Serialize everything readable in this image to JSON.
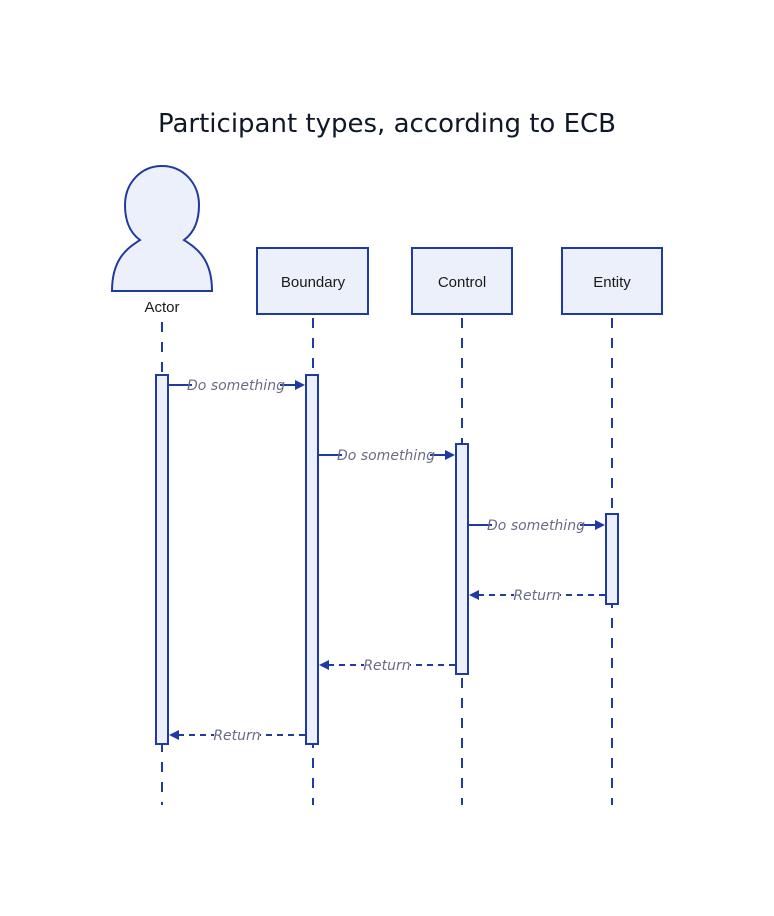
{
  "title": "Participant types, according to ECB",
  "participants": [
    {
      "id": "actor",
      "type": "actor",
      "label": "Actor"
    },
    {
      "id": "boundary",
      "type": "box",
      "label": "Boundary"
    },
    {
      "id": "control",
      "type": "box",
      "label": "Control"
    },
    {
      "id": "entity",
      "type": "box",
      "label": "Entity"
    }
  ],
  "messages": [
    {
      "from": "actor",
      "to": "boundary",
      "label": "Do something",
      "kind": "call"
    },
    {
      "from": "boundary",
      "to": "control",
      "label": "Do something",
      "kind": "call"
    },
    {
      "from": "control",
      "to": "entity",
      "label": "Do something",
      "kind": "call"
    },
    {
      "from": "entity",
      "to": "control",
      "label": "Return",
      "kind": "return"
    },
    {
      "from": "control",
      "to": "boundary",
      "label": "Return",
      "kind": "return"
    },
    {
      "from": "boundary",
      "to": "actor",
      "label": "Return",
      "kind": "return"
    }
  ],
  "colors": {
    "stroke": "#1f3aa0",
    "fill": "#ecf0fb",
    "message_text": "#6b6b85",
    "title_text": "#101828"
  }
}
